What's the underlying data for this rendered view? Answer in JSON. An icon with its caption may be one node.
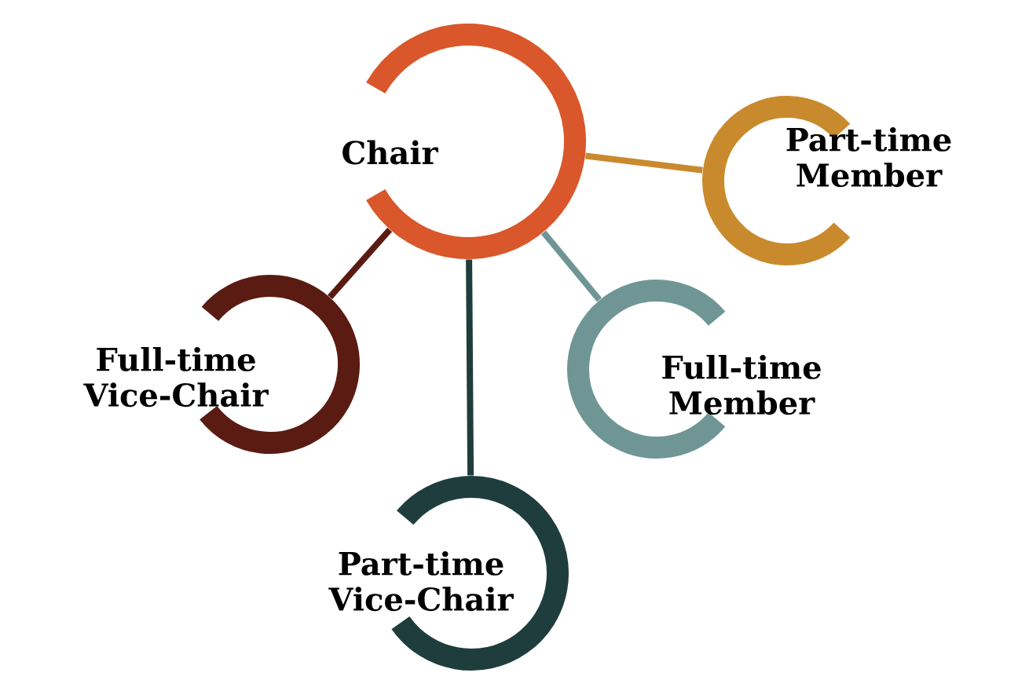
{
  "diagram": {
    "nodes": [
      {
        "text": [
          "Chair"
        ]
      },
      {
        "text": [
          "Part-time Member"
        ]
      },
      {
        "text": [
          "Full-time Vice-Chair"
        ]
      },
      {
        "text": [
          "Full-time Member"
        ]
      },
      {
        "text": [
          "Part-time Vice-Chair"
        ]
      }
    ],
    "edges": [
      {
        "from": 0,
        "to": 1,
        "arrow": "none",
        "color": "#c98a2e"
      },
      {
        "from": 0,
        "to": 2,
        "arrow": "none",
        "color": "#5a1c12"
      },
      {
        "from": 0,
        "to": 4,
        "arrow": "none",
        "color": "#1f3d3d"
      },
      {
        "from": 0,
        "to": 3,
        "arrow": "none",
        "color": "#6f9695"
      }
    ]
  }
}
